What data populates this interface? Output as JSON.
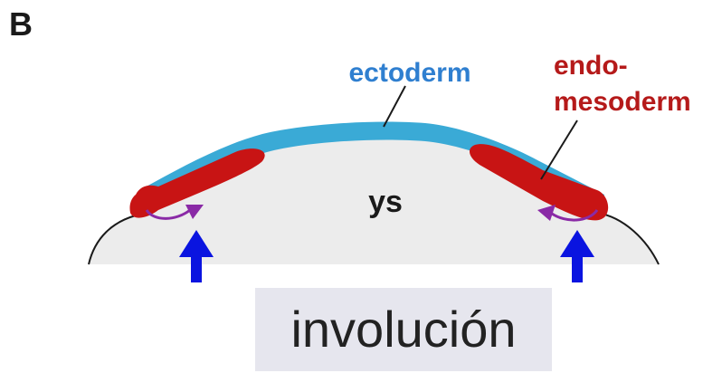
{
  "panel_letter": "B",
  "labels": {
    "ectoderm": "ectoderm",
    "endo_line1": "endo-",
    "endo_line2": "mesoderm",
    "yolk": "ys"
  },
  "caption": "involución",
  "colors": {
    "ectoderm": "#3aaad6",
    "endomesoderm": "#c81414",
    "yolk": "#ececec",
    "motion_arrow": "#8a2aa6",
    "involution_arrow": "#0a14e0",
    "ectoderm_label": "#2f7fd0",
    "endo_label": "#b51a1a"
  }
}
